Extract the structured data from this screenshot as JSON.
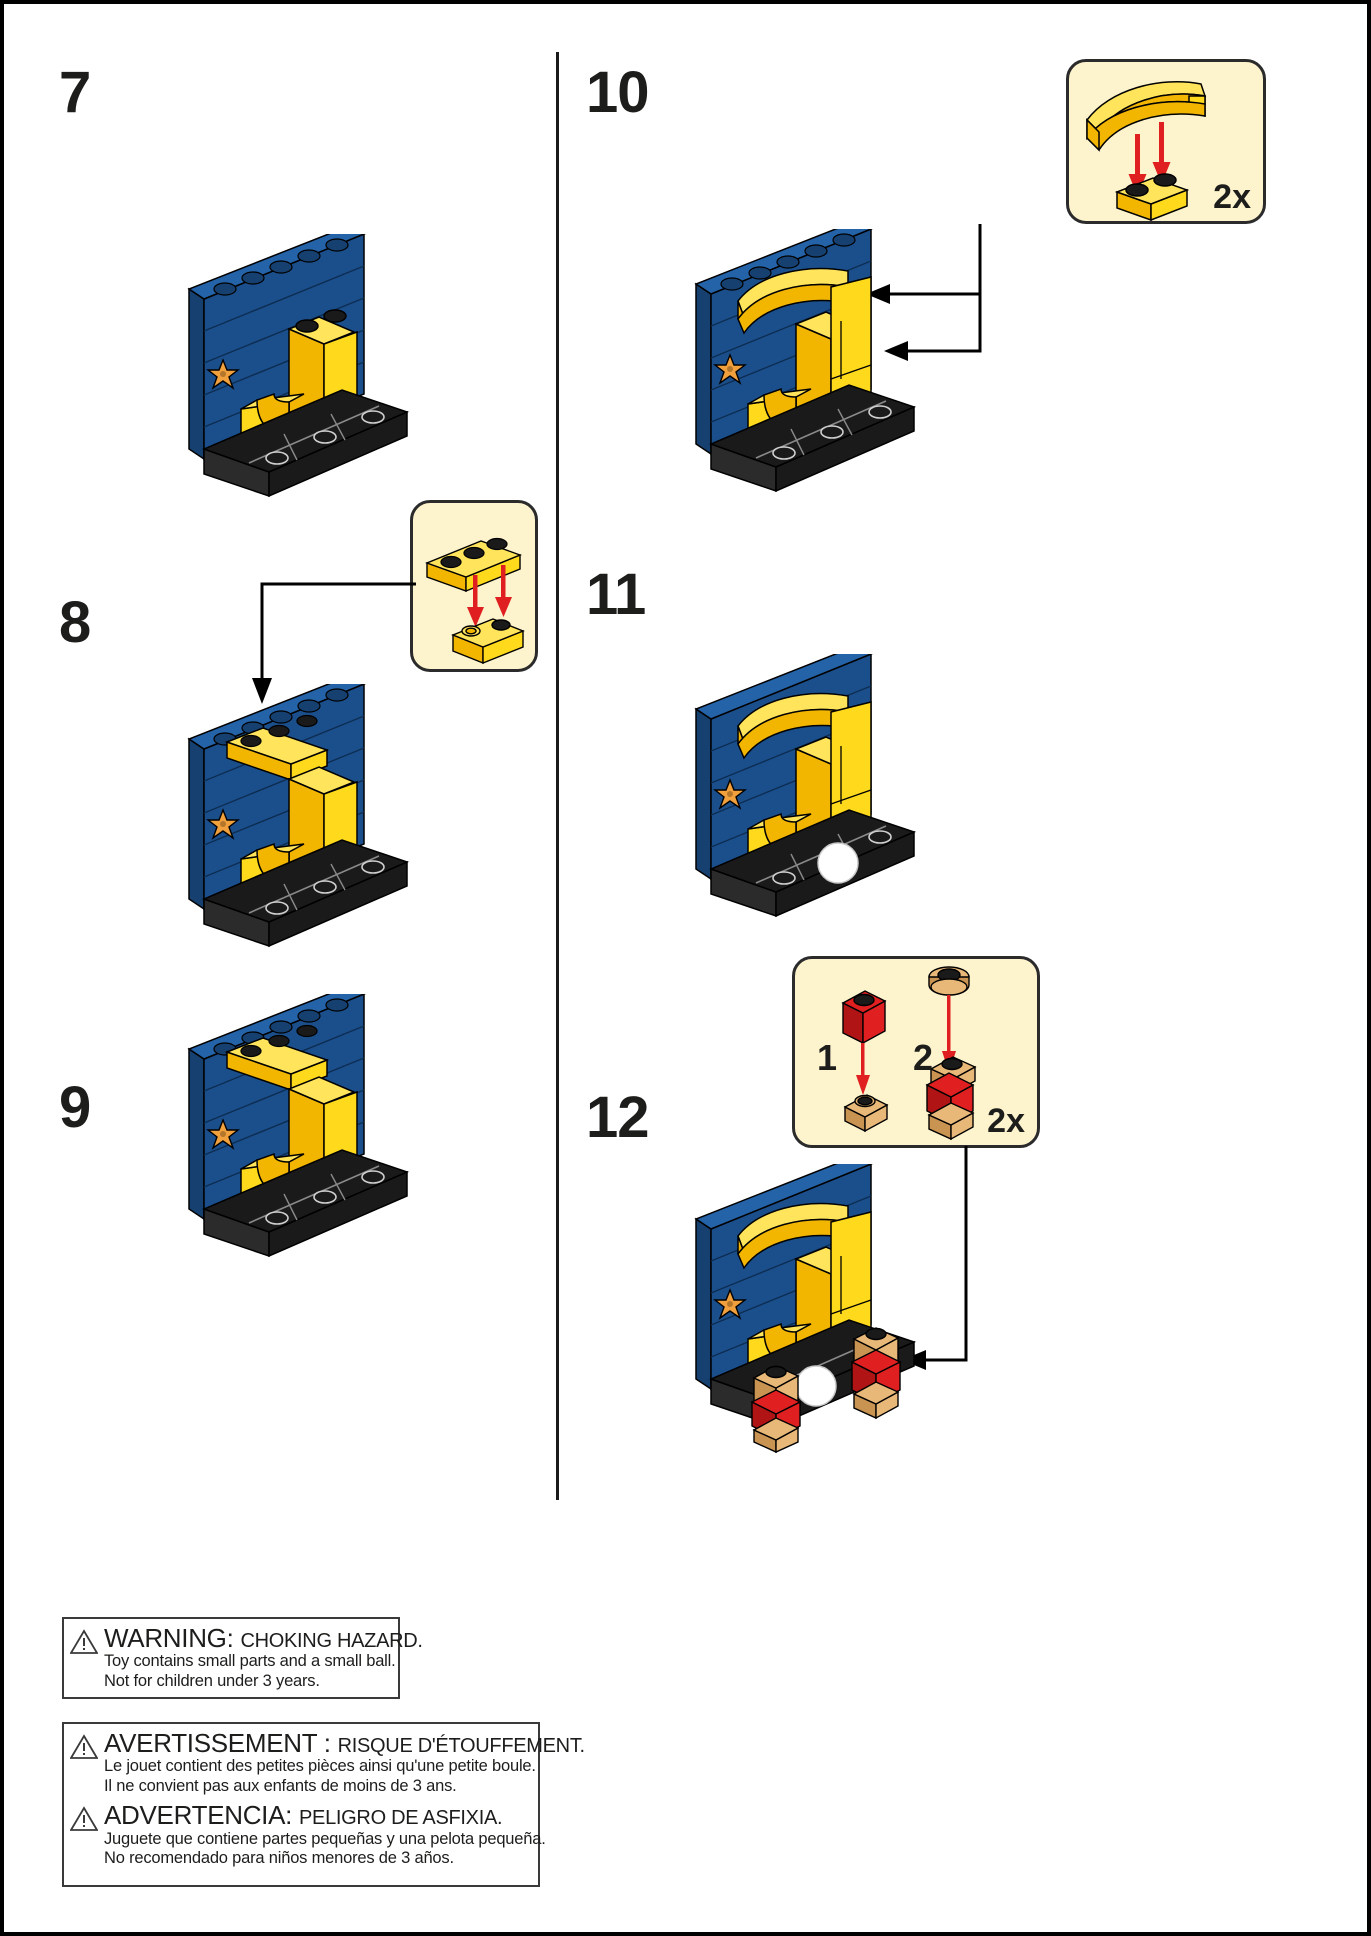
{
  "page": {
    "type": "lego-building-instructions",
    "background": "#ffffff",
    "border_color": "#000000"
  },
  "colors": {
    "yellow": "#FFD91B",
    "yellow_shade": "#F2B600",
    "yellow_light": "#FFE45C",
    "blue": "#1B4F8C",
    "blue_dark": "#16406F",
    "blue_light": "#2463A8",
    "black_plate": "#1A1A1A",
    "black_plate_side": "#2B2B2B",
    "red": "#E02020",
    "red_dark": "#B01414",
    "tan": "#E8B878",
    "tan_dark": "#C99352",
    "white_ball": "#FFFFFF",
    "callout_bg": "#FDF3CD",
    "callout_border": "#2B2B2B",
    "arrow_red": "#E02020",
    "star_orange": "#F0A03C",
    "text": "#1D1D1B"
  },
  "steps": [
    {
      "id": "step-7",
      "number": "7",
      "column": "left",
      "has_callout": false
    },
    {
      "id": "step-8",
      "number": "8",
      "column": "left",
      "has_callout": true
    },
    {
      "id": "step-9",
      "number": "9",
      "column": "left",
      "has_callout": false
    },
    {
      "id": "step-10",
      "number": "10",
      "column": "right",
      "has_callout": true
    },
    {
      "id": "step-11",
      "number": "11",
      "column": "right",
      "has_callout": false
    },
    {
      "id": "step-12",
      "number": "12",
      "column": "right",
      "has_callout": true
    }
  ],
  "callouts": {
    "step8": {
      "quantity": "",
      "part_top": "yellow 1x3 plate",
      "part_bottom": "yellow slope brick",
      "arrow_count": 2,
      "arrow_color": "#E02020"
    },
    "step10": {
      "quantity": "2x",
      "part_top": "yellow 1x4 curved slope",
      "part_bottom": "yellow 1x2 plate",
      "arrow_count": 2,
      "arrow_color": "#E02020"
    },
    "step12": {
      "quantity": "2x",
      "substeps": [
        {
          "label": "1",
          "part_top": "red 1x1 brick",
          "part_bottom": "tan 1x1 plate with stud"
        },
        {
          "label": "2",
          "part_top": "tan round plate",
          "part_bottom": "red brick on tan plate assembly"
        }
      ],
      "arrow_color": "#E02020"
    }
  },
  "warnings": [
    {
      "id": "warning-en",
      "language": "en",
      "icon": "warning-triangle-icon",
      "head_bold": "WARNING:",
      "head_rest": "CHOKING HAZARD.",
      "lines": [
        "Toy contains small parts and a small ball.",
        "Not for children under 3 years."
      ]
    },
    {
      "id": "warning-fr",
      "language": "fr",
      "icon": "warning-triangle-icon",
      "head_bold": "AVERTISSEMENT :",
      "head_rest": "RISQUE D'ÉTOUFFEMENT.",
      "lines": [
        "Le jouet contient des petites pièces ainsi qu'une petite boule.",
        "Il ne convient pas aux enfants de moins de 3 ans."
      ]
    },
    {
      "id": "warning-es",
      "language": "es",
      "icon": "warning-triangle-icon",
      "head_bold": "ADVERTENCIA:",
      "head_rest": "PELIGRO DE ASFIXIA.",
      "lines": [
        "Juguete que contiene partes pequeñas y una pelota pequeña.",
        "No recomendado para niños menores de 3 años."
      ]
    }
  ],
  "models": {
    "step7": {
      "description": "blue wall with yellow J shape partially built, black base plate, orange star tile"
    },
    "step8": {
      "description": "blue wall with yellow J plus new 1x3 plate on top, black base, orange star tile"
    },
    "step9": {
      "description": "blue wall with completed yellow J form, black base, orange star tile"
    },
    "step10": {
      "description": "blue wall with yellow C form, two curved slopes being added, black base"
    },
    "step11": {
      "description": "blue wall with yellow C form and white ball on base"
    },
    "step12": {
      "description": "blue wall with yellow C form, white ball and two red/tan figures on base"
    }
  }
}
